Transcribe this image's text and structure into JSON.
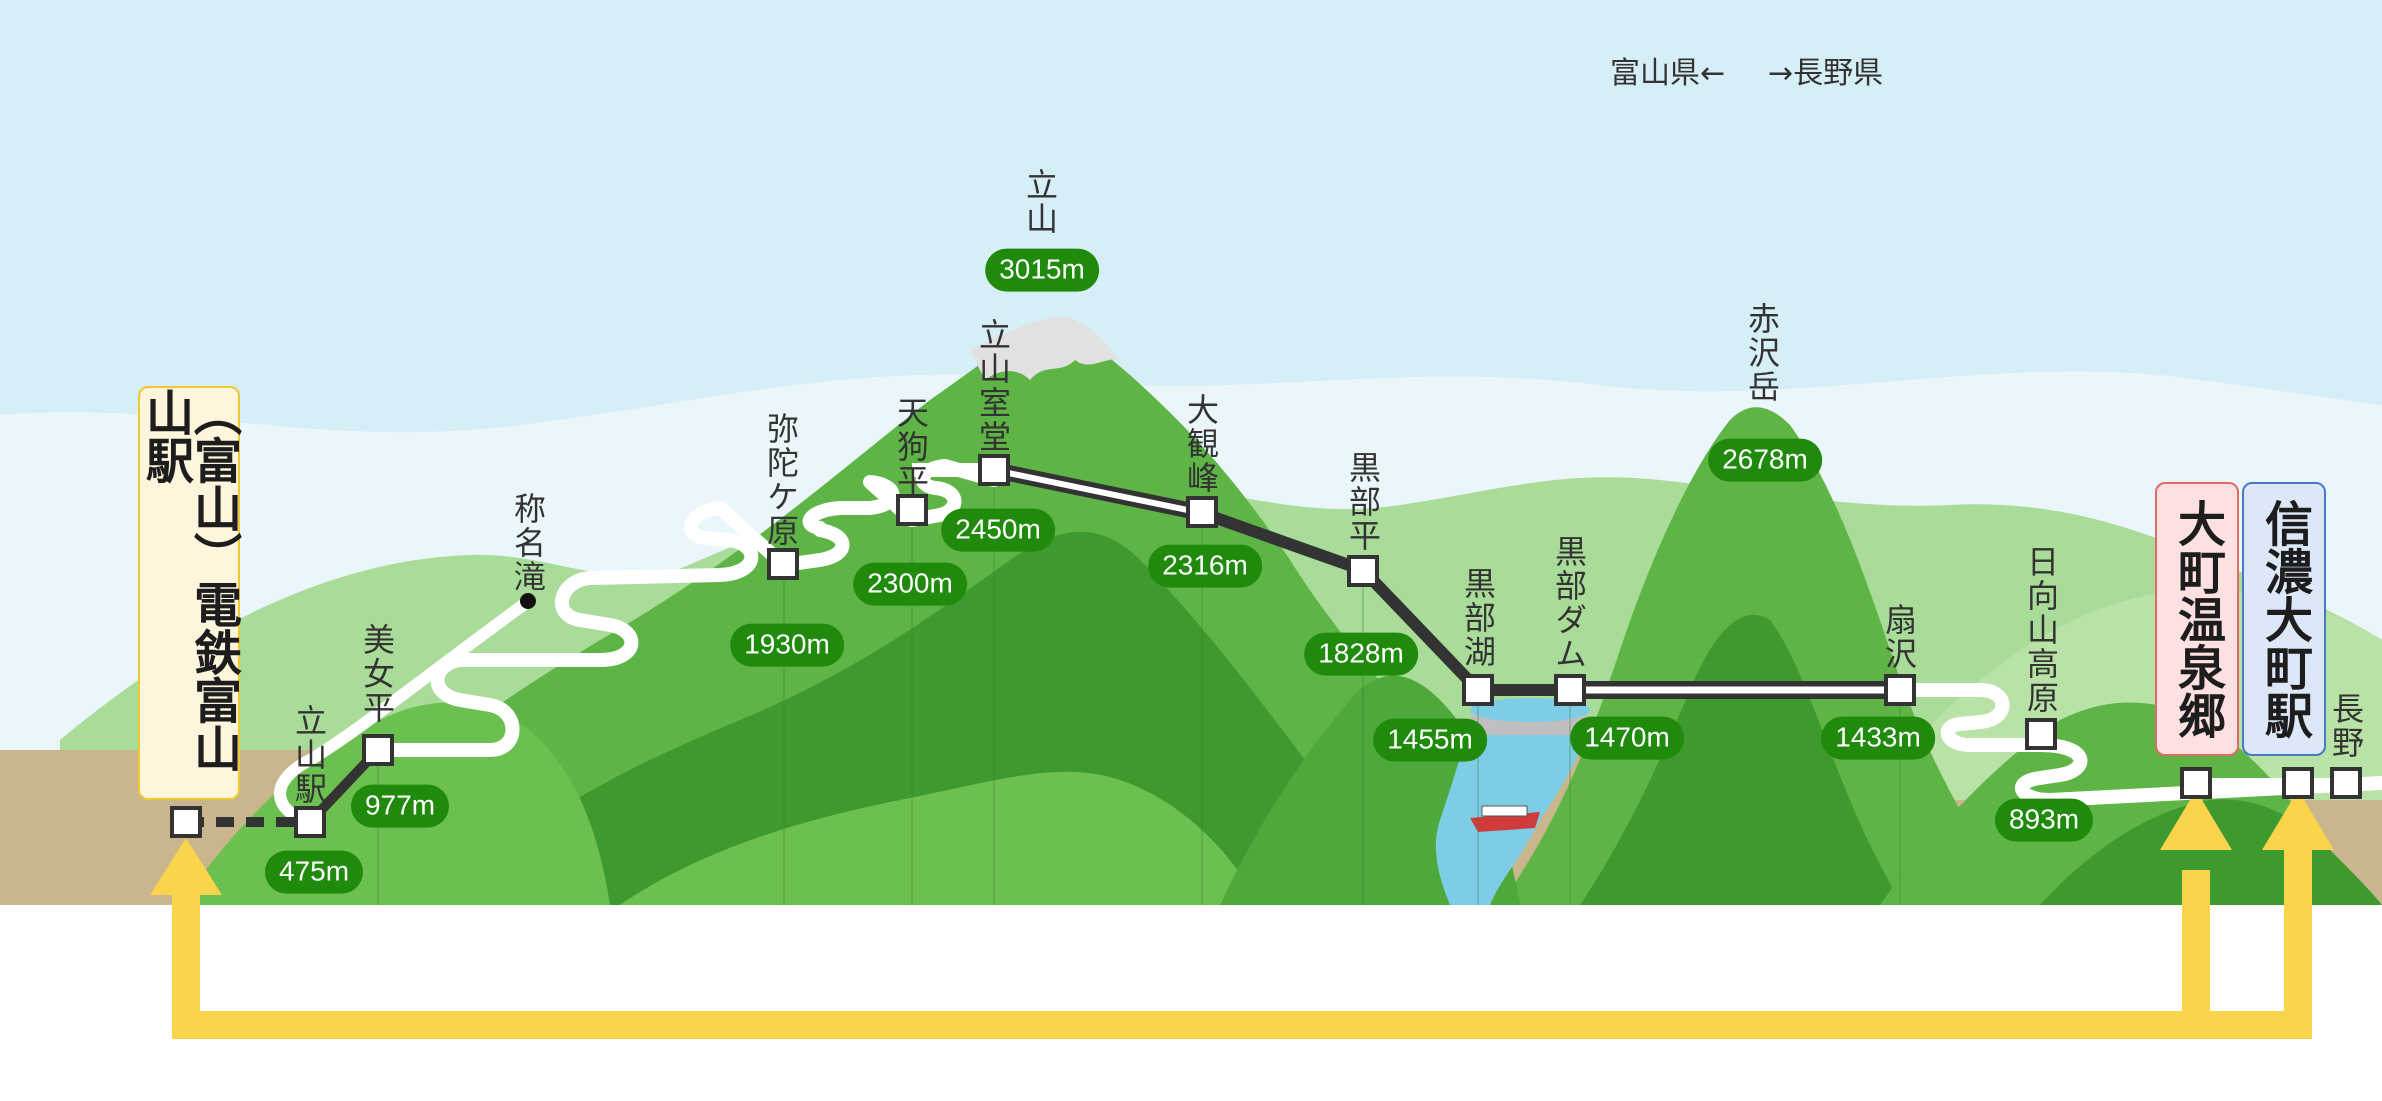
{
  "header": {
    "prefecture_left": "富山県←",
    "prefecture_right": "→長野県"
  },
  "peaks": {
    "tateyama": {
      "name": "立山",
      "elevation": "3015m"
    },
    "akazawadake": {
      "name": "赤沢岳",
      "elevation": "2678m"
    }
  },
  "landmarks": {
    "shomyo_falls": {
      "name": "称名滝"
    }
  },
  "terminals": {
    "dentetsu_toyama": {
      "name": "（富山）電鉄富山山駅"
    },
    "ogizawa_onsen": {
      "name": "大町温泉郷"
    },
    "shinano_omachi": {
      "name": "信濃大町駅"
    }
  },
  "stations": {
    "tateyama": {
      "name": "立山駅",
      "elevation": "475m"
    },
    "bijodaira": {
      "name": "美女平",
      "elevation": "977m"
    },
    "midagahara": {
      "name": "弥陀ケ原",
      "elevation": "1930m"
    },
    "tengudaira": {
      "name": "天狗平",
      "elevation": "2300m"
    },
    "murodo": {
      "name": "立山室堂",
      "elevation": "2450m"
    },
    "daikanbo": {
      "name": "大観峰",
      "elevation": "2316m"
    },
    "kurobedaira": {
      "name": "黒部平",
      "elevation": "1828m"
    },
    "kurobeko": {
      "name": "黒部湖",
      "elevation": "1455m"
    },
    "kurobe_dam": {
      "name": "黒部ダム",
      "elevation": "1470m"
    },
    "ogizawa": {
      "name": "扇沢",
      "elevation": "1433m"
    },
    "hinatayama": {
      "name": "日向山高原",
      "elevation": "893m"
    },
    "nagano": {
      "name": "長野"
    }
  },
  "colors": {
    "sky": "#d6eef5",
    "mountain_green": "#5fb446",
    "mountain_dark": "#3e9a2e",
    "ground": "#c9b68d",
    "elevation_badge": "#1f8a0b",
    "route_arrow": "#fad44a",
    "toyama_box_fill": "#fdf6dc",
    "toyama_box_border": "#f0c832",
    "omachi_onsen_box_fill": "#fde0e0",
    "omachi_onsen_box_border": "#e06a6a",
    "shinano_box_fill": "#dce8f8",
    "shinano_box_border": "#4a78c8",
    "water": "#7ecde6"
  }
}
